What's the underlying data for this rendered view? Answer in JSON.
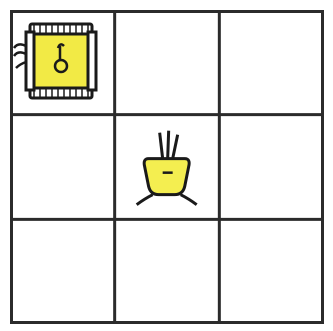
{
  "board": {
    "rows": 3,
    "cols": 3,
    "grid_color": "#2b2b2b",
    "cell_color": "#ffffff"
  },
  "pieces": [
    {
      "name": "robot-machine-piece",
      "icon": "robot-machine-icon",
      "row": 0,
      "col": 0,
      "body_color": "#f2ea45"
    },
    {
      "name": "radish-piece",
      "icon": "radish-icon",
      "row": 1,
      "col": 1,
      "body_color": "#f4ee50"
    }
  ]
}
